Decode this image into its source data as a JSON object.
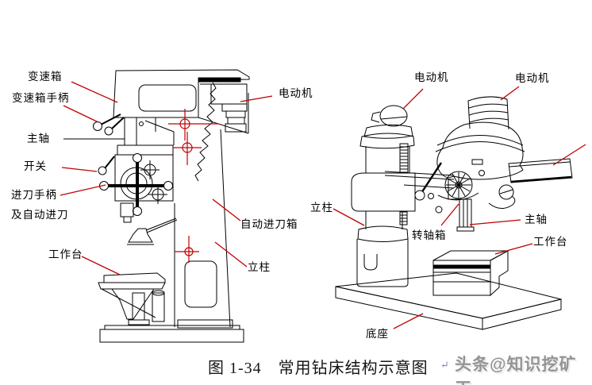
{
  "figure": {
    "caption": "图 1-34　常用钻床结构示意图",
    "return_mark": "↵",
    "watermark": "头条@知识挖矿工"
  },
  "colors": {
    "line_black": "#000000",
    "leader_red": "#c00000",
    "watermark_gray": "#949494",
    "background": "#ffffff"
  },
  "left_machine": {
    "labels": {
      "gearbox": "变速箱",
      "gearbox_handle": "变速箱手柄",
      "spindle": "主轴",
      "switch": "开关",
      "feed_handle": "进刀手柄\n及自动进刀",
      "worktable": "工作台",
      "motor": "电动机",
      "auto_feed_box": "自动进刀箱",
      "column": "立柱"
    }
  },
  "right_machine": {
    "labels": {
      "motor_left": "电动机",
      "motor_right": "电动机",
      "column": "立柱",
      "shaft_box": "转轴箱",
      "spindle": "主轴",
      "worktable": "工作台",
      "base": "底座"
    }
  }
}
